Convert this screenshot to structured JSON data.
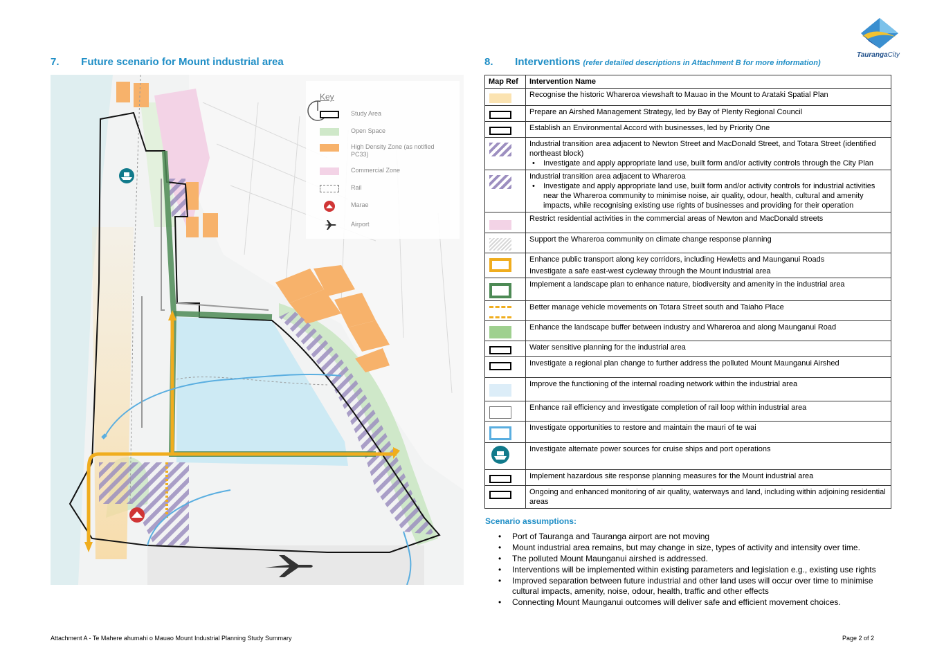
{
  "logo": {
    "brand_text": "Tauranga",
    "brand_suffix": "City"
  },
  "section7": {
    "number": "7.",
    "title": "Future scenario for Mount industrial area"
  },
  "section8": {
    "number": "8.",
    "title": "Interventions",
    "subtitle": "(refer detailed descriptions in Attachment B for more information)"
  },
  "key": {
    "title": "Key",
    "items": [
      {
        "label": "Study Area",
        "style": "outline"
      },
      {
        "label": "Open Space",
        "color": "#cfe8c9"
      },
      {
        "label": "High Density Zone (as notified PC33)",
        "color": "#f7b26b"
      },
      {
        "label": "Commercial Zone",
        "color": "#f3d3e6"
      },
      {
        "label": "Rail",
        "style": "dashed"
      },
      {
        "label": "Marae",
        "icon": "marae-icon"
      },
      {
        "label": "Airport",
        "icon": "airplane-icon"
      }
    ]
  },
  "table": {
    "headers": [
      "Map Ref",
      "Intervention Name"
    ],
    "rows": [
      {
        "symbol": "fill-cream",
        "text": "Recognise the historic Whareroa viewshaft to Mauao in the Mount to Arataki Spatial Plan"
      },
      {
        "symbol": "ring-black",
        "text": "Prepare an Airshed Management Strategy, led by Bay of Plenty Regional Council"
      },
      {
        "symbol": "ring-black",
        "text": "Establish an Environmental Accord with businesses, led by Priority One"
      },
      {
        "symbol": "hatch-purple",
        "text": "Industrial transition area adjacent to Newton Street and MacDonald Street, and Totara Street (identified northeast block)",
        "bullet": "Investigate and apply appropriate land use, built form and/or activity controls through the City Plan"
      },
      {
        "symbol": "hatch-purple",
        "text": "Industrial transition area adjacent to Whareroa",
        "bullet": "Investigate and apply appropriate land use, built form and/or activity controls for industrial activities near the Whareroa community to minimise noise, air quality, odour, health, cultural and amenity impacts, while recognising existing use rights of businesses and providing for their operation"
      },
      {
        "symbol": "fill-pink",
        "text": "Restrict residential activities in the commercial areas of Newton and MacDonald streets"
      },
      {
        "symbol": "hatch-grey",
        "text": "Support the Whareroa community on climate change response planning"
      },
      {
        "symbol": "ring-orange",
        "text": "Enhance public transport along key corridors, including Hewletts and Maunganui Roads",
        "text2": "Investigate a safe east-west cycleway through the Mount industrial area"
      },
      {
        "symbol": "ring-green",
        "text": "Implement a landscape plan to enhance nature, biodiversity and amenity in the industrial area"
      },
      {
        "symbol": "dashed-yellow",
        "text": "Better manage vehicle movements on Totara Street south and Taiaho Place"
      },
      {
        "symbol": "fill-green",
        "text": "Enhance the landscape buffer between industry and Whareroa and along Maunganui Road"
      },
      {
        "symbol": "ring-black",
        "text": "Water sensitive planning for the industrial area"
      },
      {
        "symbol": "ring-black",
        "text": "Investigate a regional plan change to further address the polluted Mount Maunganui Airshed"
      },
      {
        "symbol": "fill-blue",
        "text": "Improve the functioning of the internal roading network within the industrial area"
      },
      {
        "symbol": "ring-grey",
        "text": "Enhance rail efficiency and investigate completion of rail loop within industrial area"
      },
      {
        "symbol": "ring-blue",
        "text": "Investigate opportunities to restore and maintain the mauri of te wai"
      },
      {
        "symbol": "ship-icon",
        "text": "Investigate alternate power sources for cruise ships and port operations"
      },
      {
        "symbol": "ring-black",
        "text": "Implement hazardous site response planning measures for the Mount industrial area"
      },
      {
        "symbol": "ring-black",
        "text": "Ongoing and enhanced monitoring of air quality, waterways and land, including within adjoining residential areas"
      }
    ]
  },
  "assumptions": {
    "title": "Scenario assumptions:",
    "items": [
      "Port of Tauranga and Tauranga airport are not moving",
      "Mount industrial area remains, but may change in size, types of activity and intensity over time.",
      "The polluted Mount Maunganui airshed is addressed.",
      "Interventions will be implemented within existing parameters and legislation e.g., existing use rights",
      "Improved separation between future industrial and other land uses will occur over time to minimise cultural impacts, amenity, noise, odour, health, traffic and other effects",
      "Connecting Mount Maunganui outcomes will deliver safe and efficient movement choices."
    ]
  },
  "footer": {
    "left": "Attachment A - Te Mahere ahumahi o Mauao Mount Industrial Planning Study Summary",
    "right": "Page 2 of 2"
  },
  "colors": {
    "heading_blue": "#1f8ec6",
    "orange": "#f0ad1e",
    "green": "#4d8a55",
    "hatch_purple": "#9d8fc0",
    "water_blue": "#cdeaf4",
    "river_blue": "#5aaee0"
  }
}
